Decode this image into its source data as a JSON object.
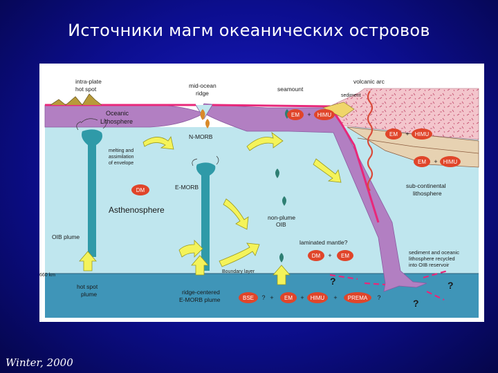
{
  "slide": {
    "title": "Источники магм океанических островов",
    "credit": "Winter, 2000"
  },
  "colors": {
    "background": "#0c0e8f",
    "asthenosphere": "#bfe6ee",
    "lower_mantle": "#3f95b8",
    "lithosphere": "#b27fc2",
    "continent": "#f3c5cc",
    "source_oval": "#e0452a",
    "arrow": "#f4f35a",
    "plume": "#2f9aa8",
    "melt_drop": "#2e7f73",
    "magma_drop": "#d98a2a",
    "surface_line": "#e8287a"
  },
  "diagram": {
    "labels": {
      "intraplate_hotspot_1": "intra-plate",
      "intraplate_hotspot_2": "hot spot",
      "mid_ocean_ridge_1": "mid-ocean",
      "mid_ocean_ridge_2": "ridge",
      "seamount": "seamount",
      "volcanic_arc": "volcanic arc",
      "sediment": "sediment",
      "oceanic_lithosphere_1": "Oceanic",
      "oceanic_lithosphere_2": "Lithosphere",
      "n_morb": "N-MORB",
      "melting_1": "melting and",
      "melting_2": "assimilation",
      "melting_3": "of envelope",
      "e_morb": "E-MORB",
      "asthenosphere": "Asthenosphere",
      "oib_plume": "OIB plume",
      "non_plume_oib_1": "non-plume",
      "non_plume_oib_2": "OIB",
      "laminated_mantle": "laminated mantle?",
      "sub_continental_1": "sub-continental",
      "sub_continental_2": "lithosphere",
      "recycled_1": "sediment and oceanic",
      "recycled_2": "lithosphere recycled",
      "recycled_3": "into OIB reservoir",
      "boundary_layer": "Boundary layer",
      "depth_660": "660 km",
      "hotspot_plume_1": "hot spot",
      "hotspot_plume_2": "plume",
      "ridge_plume_1": "ridge-centered",
      "ridge_plume_2": "E-MORB plume"
    },
    "sources": {
      "em": "EM",
      "himu": "HIMU",
      "dm": "DM",
      "bse": "BSE",
      "prema": "PREMA"
    },
    "symbols": {
      "plus": "+",
      "question": "?"
    }
  }
}
